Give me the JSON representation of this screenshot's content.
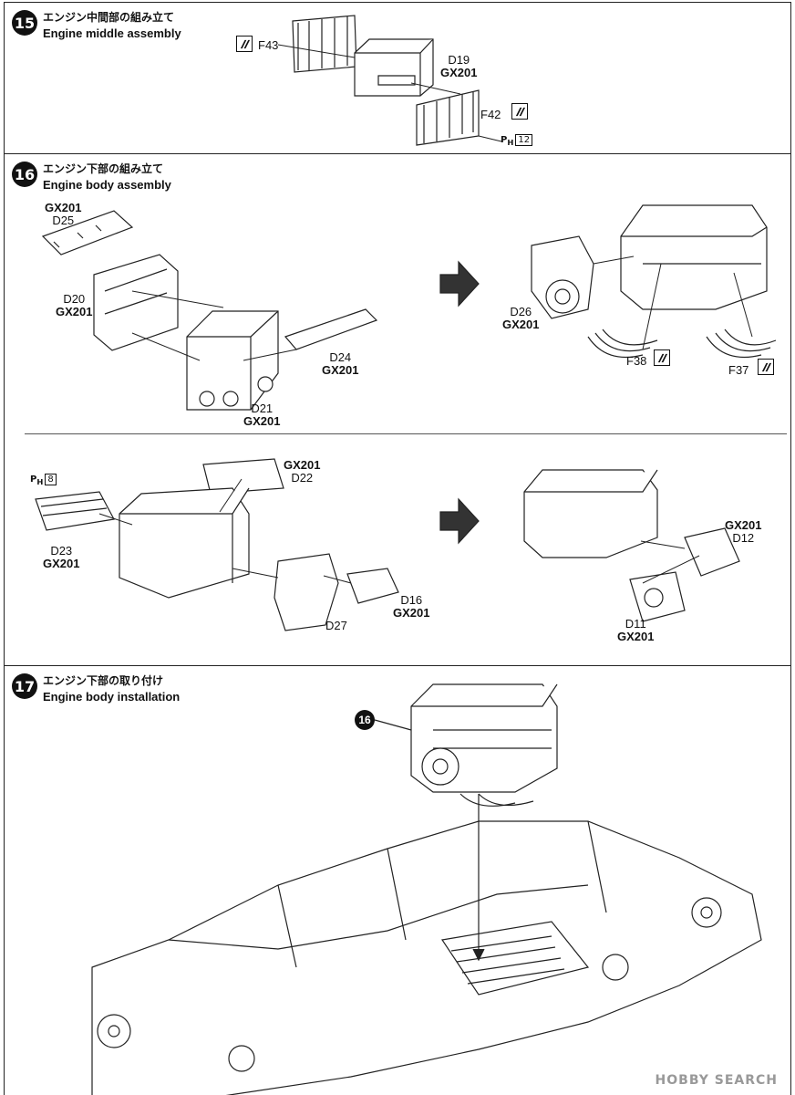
{
  "steps": [
    {
      "number": "15",
      "title_jp": "エンジン中間部の組み立て",
      "title_en": "Engine middle assembly"
    },
    {
      "number": "16",
      "title_jp": "エンジン下部の組み立て",
      "title_en": "Engine body assembly"
    },
    {
      "number": "17",
      "title_jp": "エンジン下部の取り付け",
      "title_en": "Engine body installation"
    }
  ],
  "step15_parts": {
    "f43": "F43",
    "d19": "D19",
    "d19_color": "GX201",
    "f42": "F42",
    "ph_label": "P",
    "ph_sub": "H",
    "ph_num": "12"
  },
  "step16a_parts": {
    "d25": "D25",
    "d25_color": "GX201",
    "d20": "D20",
    "d20_color": "GX201",
    "d24": "D24",
    "d24_color": "GX201",
    "d21": "D21",
    "d21_color": "GX201",
    "d26": "D26",
    "d26_color": "GX201",
    "f38": "F38",
    "f37": "F37"
  },
  "step16b_parts": {
    "ph_label": "P",
    "ph_sub": "H",
    "ph_num": "8",
    "d22": "D22",
    "d22_color": "GX201",
    "d23": "D23",
    "d23_color": "GX201",
    "d16": "D16",
    "d16_color": "GX201",
    "d27": "D27",
    "d12": "D12",
    "d12_color": "GX201",
    "d11": "D11",
    "d11_color": "GX201"
  },
  "step17": {
    "ref_step": "16"
  },
  "watermark": "HOBBY SEARCH",
  "colors": {
    "ink": "#111111",
    "line": "#333333",
    "watermark": "#999999"
  }
}
